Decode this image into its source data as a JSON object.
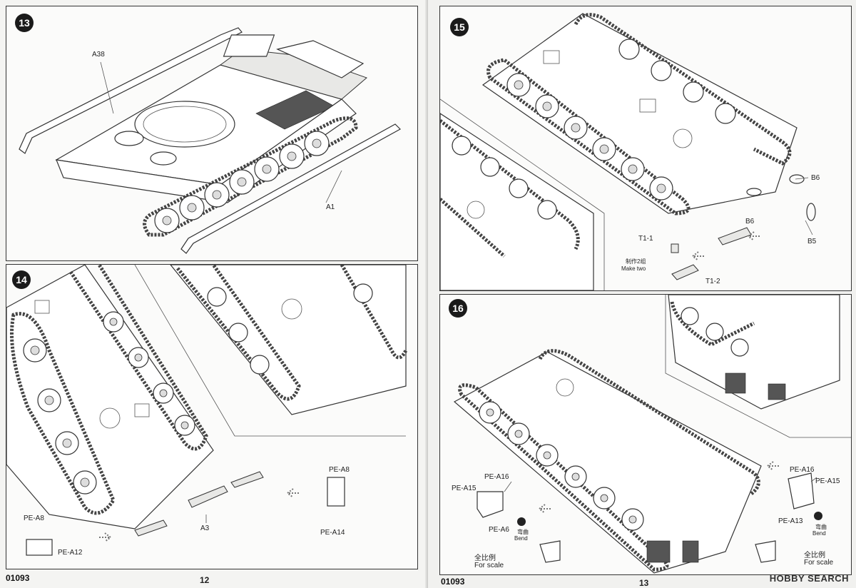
{
  "pages": {
    "left": {
      "code": "01093",
      "page_number": "12"
    },
    "right": {
      "code": "01093",
      "page_number": "13"
    }
  },
  "watermark": "HOBBY SEARCH",
  "steps": [
    {
      "number": "13",
      "labels": {
        "a38": "A38",
        "a1": "A1"
      }
    },
    {
      "number": "14",
      "labels": {
        "pe_a8_left": "PE-A8",
        "pe_a12": "PE-A12",
        "a3": "A3",
        "pe_a8_right": "PE-A8",
        "pe_a14": "PE-A14"
      }
    },
    {
      "number": "15",
      "labels": {
        "b6_top": "B6",
        "b6_mid": "B6",
        "b5": "B5",
        "t1_1": "T1-1",
        "t1_2": "T1-2",
        "make_two_cn": "制作2组",
        "make_two_en": "Make two"
      }
    },
    {
      "number": "16",
      "labels": {
        "pe_a16_left": "PE-A16",
        "pe_a15_left": "PE-A15",
        "pe_a6": "PE-A6",
        "bend_cn_left": "弯曲",
        "bend_en_left": "Bend",
        "for_scale_cn_left": "全比例",
        "for_scale_en_left": "For scale",
        "pe_a16_right": "PE-A16",
        "pe_a15_right": "PE-A15",
        "pe_a13": "PE-A13",
        "bend_cn_right": "弯曲",
        "bend_en_right": "Bend",
        "for_scale_cn_right": "全比例",
        "for_scale_en_right": "For scale"
      }
    }
  ]
}
